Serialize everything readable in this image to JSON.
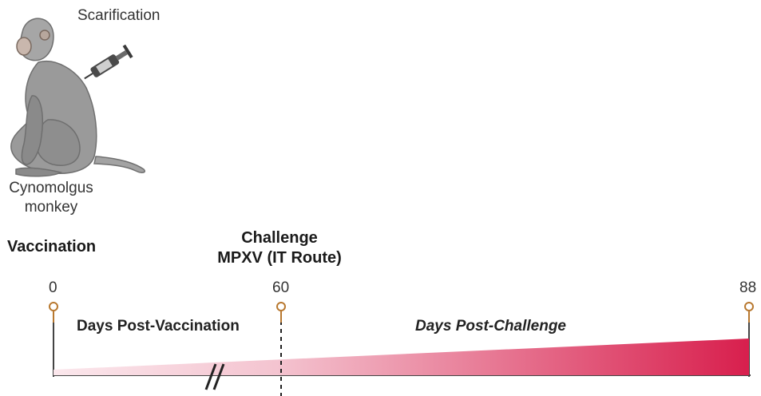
{
  "illustration": {
    "procedure_label": "Scarification",
    "animal_label_line1": "Cynomolgus",
    "animal_label_line2": "monkey",
    "animal_icon": "monkey-icon",
    "tool_icon": "syringe-icon"
  },
  "timeline": {
    "vaccination_label": "Vaccination",
    "challenge_label_line1": "Challenge",
    "challenge_label_line2": "MPXV (IT Route)",
    "day_start": "0",
    "day_challenge": "60",
    "day_end": "88",
    "phase1_label": "Days Post-Vaccination",
    "phase2_label": "Days Post-Challenge",
    "gradient_start_color": "#fbe7ec",
    "gradient_end_color": "#d81f4d",
    "pin_color": "#b8782f",
    "break_marker": "//"
  }
}
